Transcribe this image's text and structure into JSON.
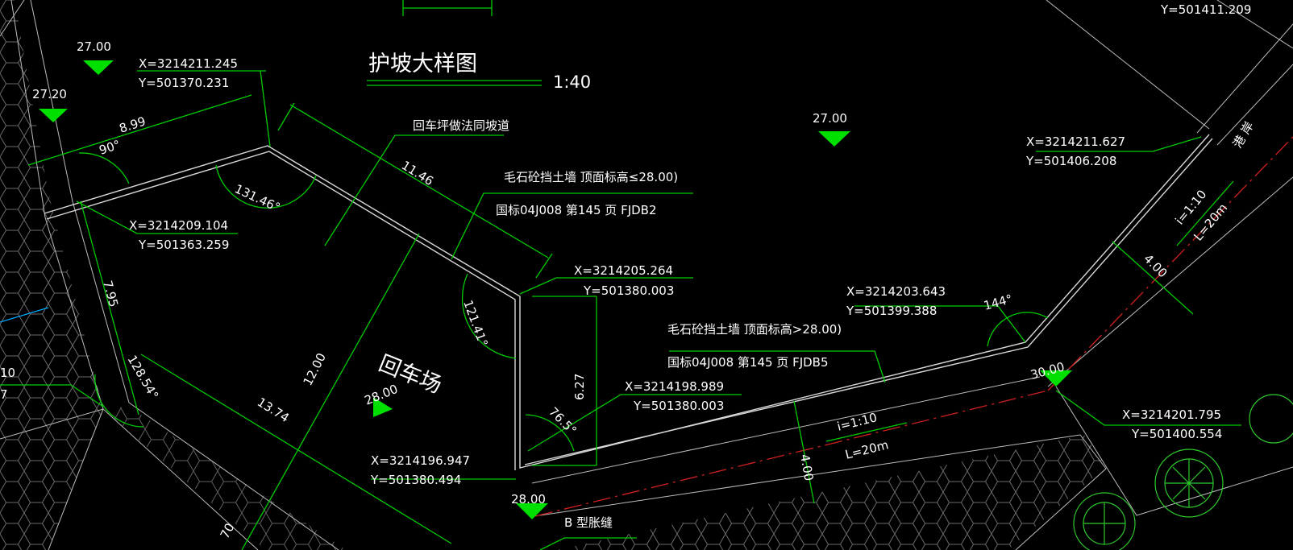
{
  "title": "护坡大样图",
  "scale": "1:40",
  "colors": {
    "background": "#000000",
    "dimension": "#00cc00",
    "text": "#ffffff",
    "wall": "#d8d8d8",
    "centerline": "#d02020",
    "hatch": "#6a6a6a",
    "leader": "#00aaff"
  },
  "elevations": [
    {
      "value": "27.00"
    },
    {
      "value": "27.20"
    },
    {
      "value": "27.00"
    },
    {
      "value": "28.00"
    },
    {
      "value": "30.00"
    },
    {
      "value": "28.00"
    }
  ],
  "coordinates": [
    {
      "x": "X=3214211.245",
      "y": "Y=501370.231"
    },
    {
      "x": "X=3214209.104",
      "y": "Y=501363.259"
    },
    {
      "x": "X=3214205.264",
      "y": "Y=501380.003"
    },
    {
      "x": "X=3214198.989",
      "y": "Y=501380.003"
    },
    {
      "x": "X=3214196.947",
      "y": "Y=501380.494"
    },
    {
      "x": "X=3214203.643",
      "y": "Y=501399.388"
    },
    {
      "x": "X=3214211.627",
      "y": "Y=501406.208"
    },
    {
      "x": "X=3214201.795",
      "y": "Y=501400.554"
    }
  ],
  "top_right_coord": "Y=501411.209",
  "dimensions": {
    "d1": "8.99",
    "d2": "11.46",
    "d3": "7.95",
    "d4": "12.00",
    "d5": "13.74",
    "d6": "6.27",
    "d7": "4.00",
    "d8": "4.00"
  },
  "angles": {
    "a1": "90°",
    "a2": "131.46°",
    "a3": "121.41°",
    "a4": "128.54°",
    "a5": "76.5°",
    "a6": "144°"
  },
  "notes": {
    "turnaround_method": "回车坪做法同坡道",
    "wall1_title": "毛石砼挡土墙 顶面标高≤28.00)",
    "wall1_ref": "国标04J008      第145  页  FJDB2",
    "wall2_title": "毛石砼挡土墙 顶面标高>28.00)",
    "wall2_ref": "国标04J008      第145  页  FJDB5",
    "turnaround": "回车场",
    "expansion_joint": "B 型胀缝"
  },
  "slopes": [
    {
      "i": "i=1:10",
      "l": "L=20m"
    },
    {
      "i": "i=1:10",
      "l": "L=20m"
    }
  ],
  "edge_labels": {
    "left_top": "10",
    "left_bottom": "7",
    "bottom": "70",
    "right_rot": "港  岸"
  }
}
